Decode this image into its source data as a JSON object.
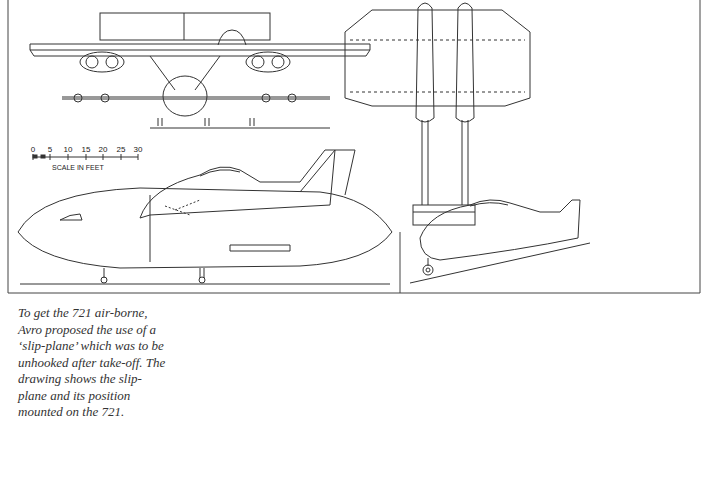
{
  "diagram": {
    "caption": "To get the 721 air-borne, Avro proposed the use of a ‘slip-plane’ which was to be unhooked after take-off. The drawing shows the slip-plane and its position mounted on the 721.",
    "labels": [
      "0",
      "5",
      "10",
      "15",
      "20",
      "25",
      "30",
      "SCALE IN FEET"
    ]
  }
}
